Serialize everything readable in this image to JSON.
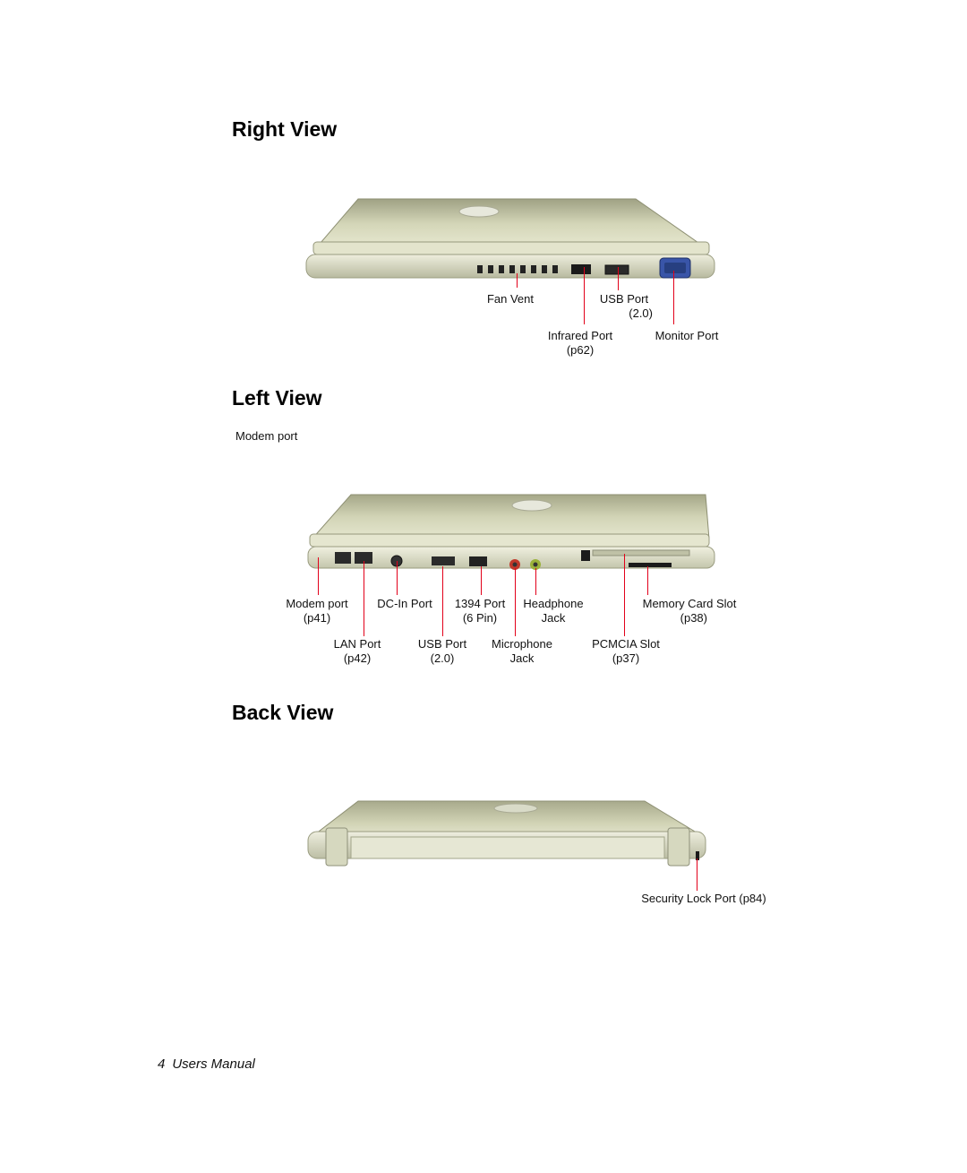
{
  "right_view": {
    "heading": "Right View",
    "labels": {
      "fan_vent": "Fan Vent",
      "usb_port": [
        "USB Port",
        "(2.0)"
      ],
      "infrared_port": [
        "Infrared Port",
        "(p62)"
      ],
      "monitor_port": "Monitor Port"
    }
  },
  "left_view": {
    "heading": "Left View",
    "note": "Modem port",
    "labels": {
      "modem_port": [
        "Modem port",
        "(p41)"
      ],
      "dc_in_port": "DC-In Port",
      "port_1394": [
        "1394 Port",
        "(6 Pin)"
      ],
      "headphone_jack": [
        "Headphone",
        "Jack"
      ],
      "memory_card_slot": [
        "Memory Card Slot",
        "(p38)"
      ],
      "lan_port": [
        "LAN Port",
        "(p42)"
      ],
      "usb_port": [
        "USB Port",
        "(2.0)"
      ],
      "microphone_jack": [
        "Microphone",
        "Jack"
      ],
      "pcmcia_slot": [
        "PCMCIA Slot",
        "(p37)"
      ]
    }
  },
  "back_view": {
    "heading": "Back View",
    "labels": {
      "security_lock_port": "Security Lock Port (p84)"
    }
  },
  "footer": {
    "page_number": "4",
    "manual_title": "Users Manual"
  },
  "colors": {
    "leader_line": "#e2001a",
    "laptop_silver": "#c9cba6",
    "heading": "#000000"
  }
}
